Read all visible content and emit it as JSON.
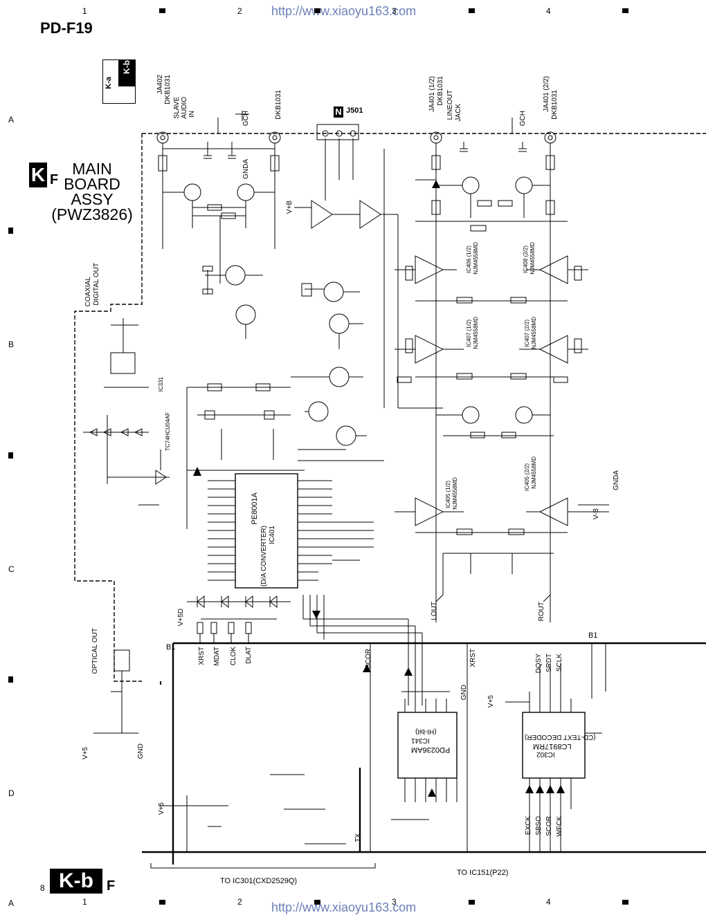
{
  "header": {
    "url": "http://www.xiaoyu163.com",
    "doc_id": "PD-F19",
    "column_numbers": [
      "1",
      "2",
      "3",
      "4"
    ],
    "row_letters": [
      "A",
      "B",
      "C",
      "D"
    ]
  },
  "footer": {
    "url": "http://www.xiaoyu163.com",
    "page_number": "8",
    "badge": "K-b",
    "badge_suffix": "F"
  },
  "board": {
    "badge_letter": "K",
    "badge_suffix": "F",
    "title_lines": [
      "MAIN",
      "BOARD",
      "ASSY",
      "(PWZ3826)"
    ],
    "ka_label": "K-a",
    "kb_label": "K-b"
  },
  "connector": {
    "badge": "N",
    "name": "J501"
  },
  "jacks": {
    "ja402": [
      "JA402",
      "DKB1031",
      "SLAVE",
      "AUDIO",
      "IN"
    ],
    "ja402b": "DKB1031",
    "ja401a": [
      "JA401 (1/2)",
      "DKB1031",
      "LINEOUT",
      "JACK"
    ],
    "ja401b": [
      "JA401 (2/2)",
      "DKB1031"
    ],
    "coaxial": [
      "COAXIAL",
      "DIGITAL OUT"
    ],
    "optical": "OPTICAL OUT"
  },
  "ics": {
    "ic401": [
      "PE8001A",
      "(D/A CONVERTER)",
      "IC401"
    ],
    "ic341": [
      "IC341",
      "PD0236AM",
      "(HI-bit)"
    ],
    "ic302": [
      "IC302",
      "LC8917RM",
      "(CD-TEXT DECODER)"
    ],
    "ic405a": [
      "IC405 (1/2)",
      "NJM4558MD"
    ],
    "ic405b": [
      "IC405 (2/2)",
      "NJM4558MD"
    ],
    "ic406a": [
      "IC406 (1/2)",
      "NJM4558MD"
    ],
    "ic408b": [
      "IC408 (2/2)",
      "NJM4558MD"
    ],
    "ic407a": [
      "IC407 (1/2)",
      "NJM4558MD"
    ],
    "ic407b": [
      "IC407 (2/2)",
      "NJM4558MD"
    ],
    "ic331": [
      "IC331",
      "TC74HCU04AF"
    ]
  },
  "signals": {
    "top_left": [
      "XRST",
      "MDAT",
      "CLOK",
      "DLAT"
    ],
    "bus_mid": [
      "SCOR",
      "XRST"
    ],
    "ic302_in": [
      "EXCK",
      "SBSO",
      "SCOR",
      "WFCK"
    ],
    "ic302_top": [
      "DQSY",
      "SRDT",
      "SCLK"
    ],
    "lout": "LOUT",
    "rout": "ROUT",
    "b1": "B1",
    "to_ic301": "TO IC301(CXD2529Q)",
    "to_ic151": "TO IC151(P22)",
    "tx": "TX",
    "v45d": "V+5D",
    "v5": "V+5",
    "gnd": "GND",
    "gnda": "GNDA",
    "gch": "GCH",
    "vb": "V-B",
    "vpb": "V+B"
  }
}
